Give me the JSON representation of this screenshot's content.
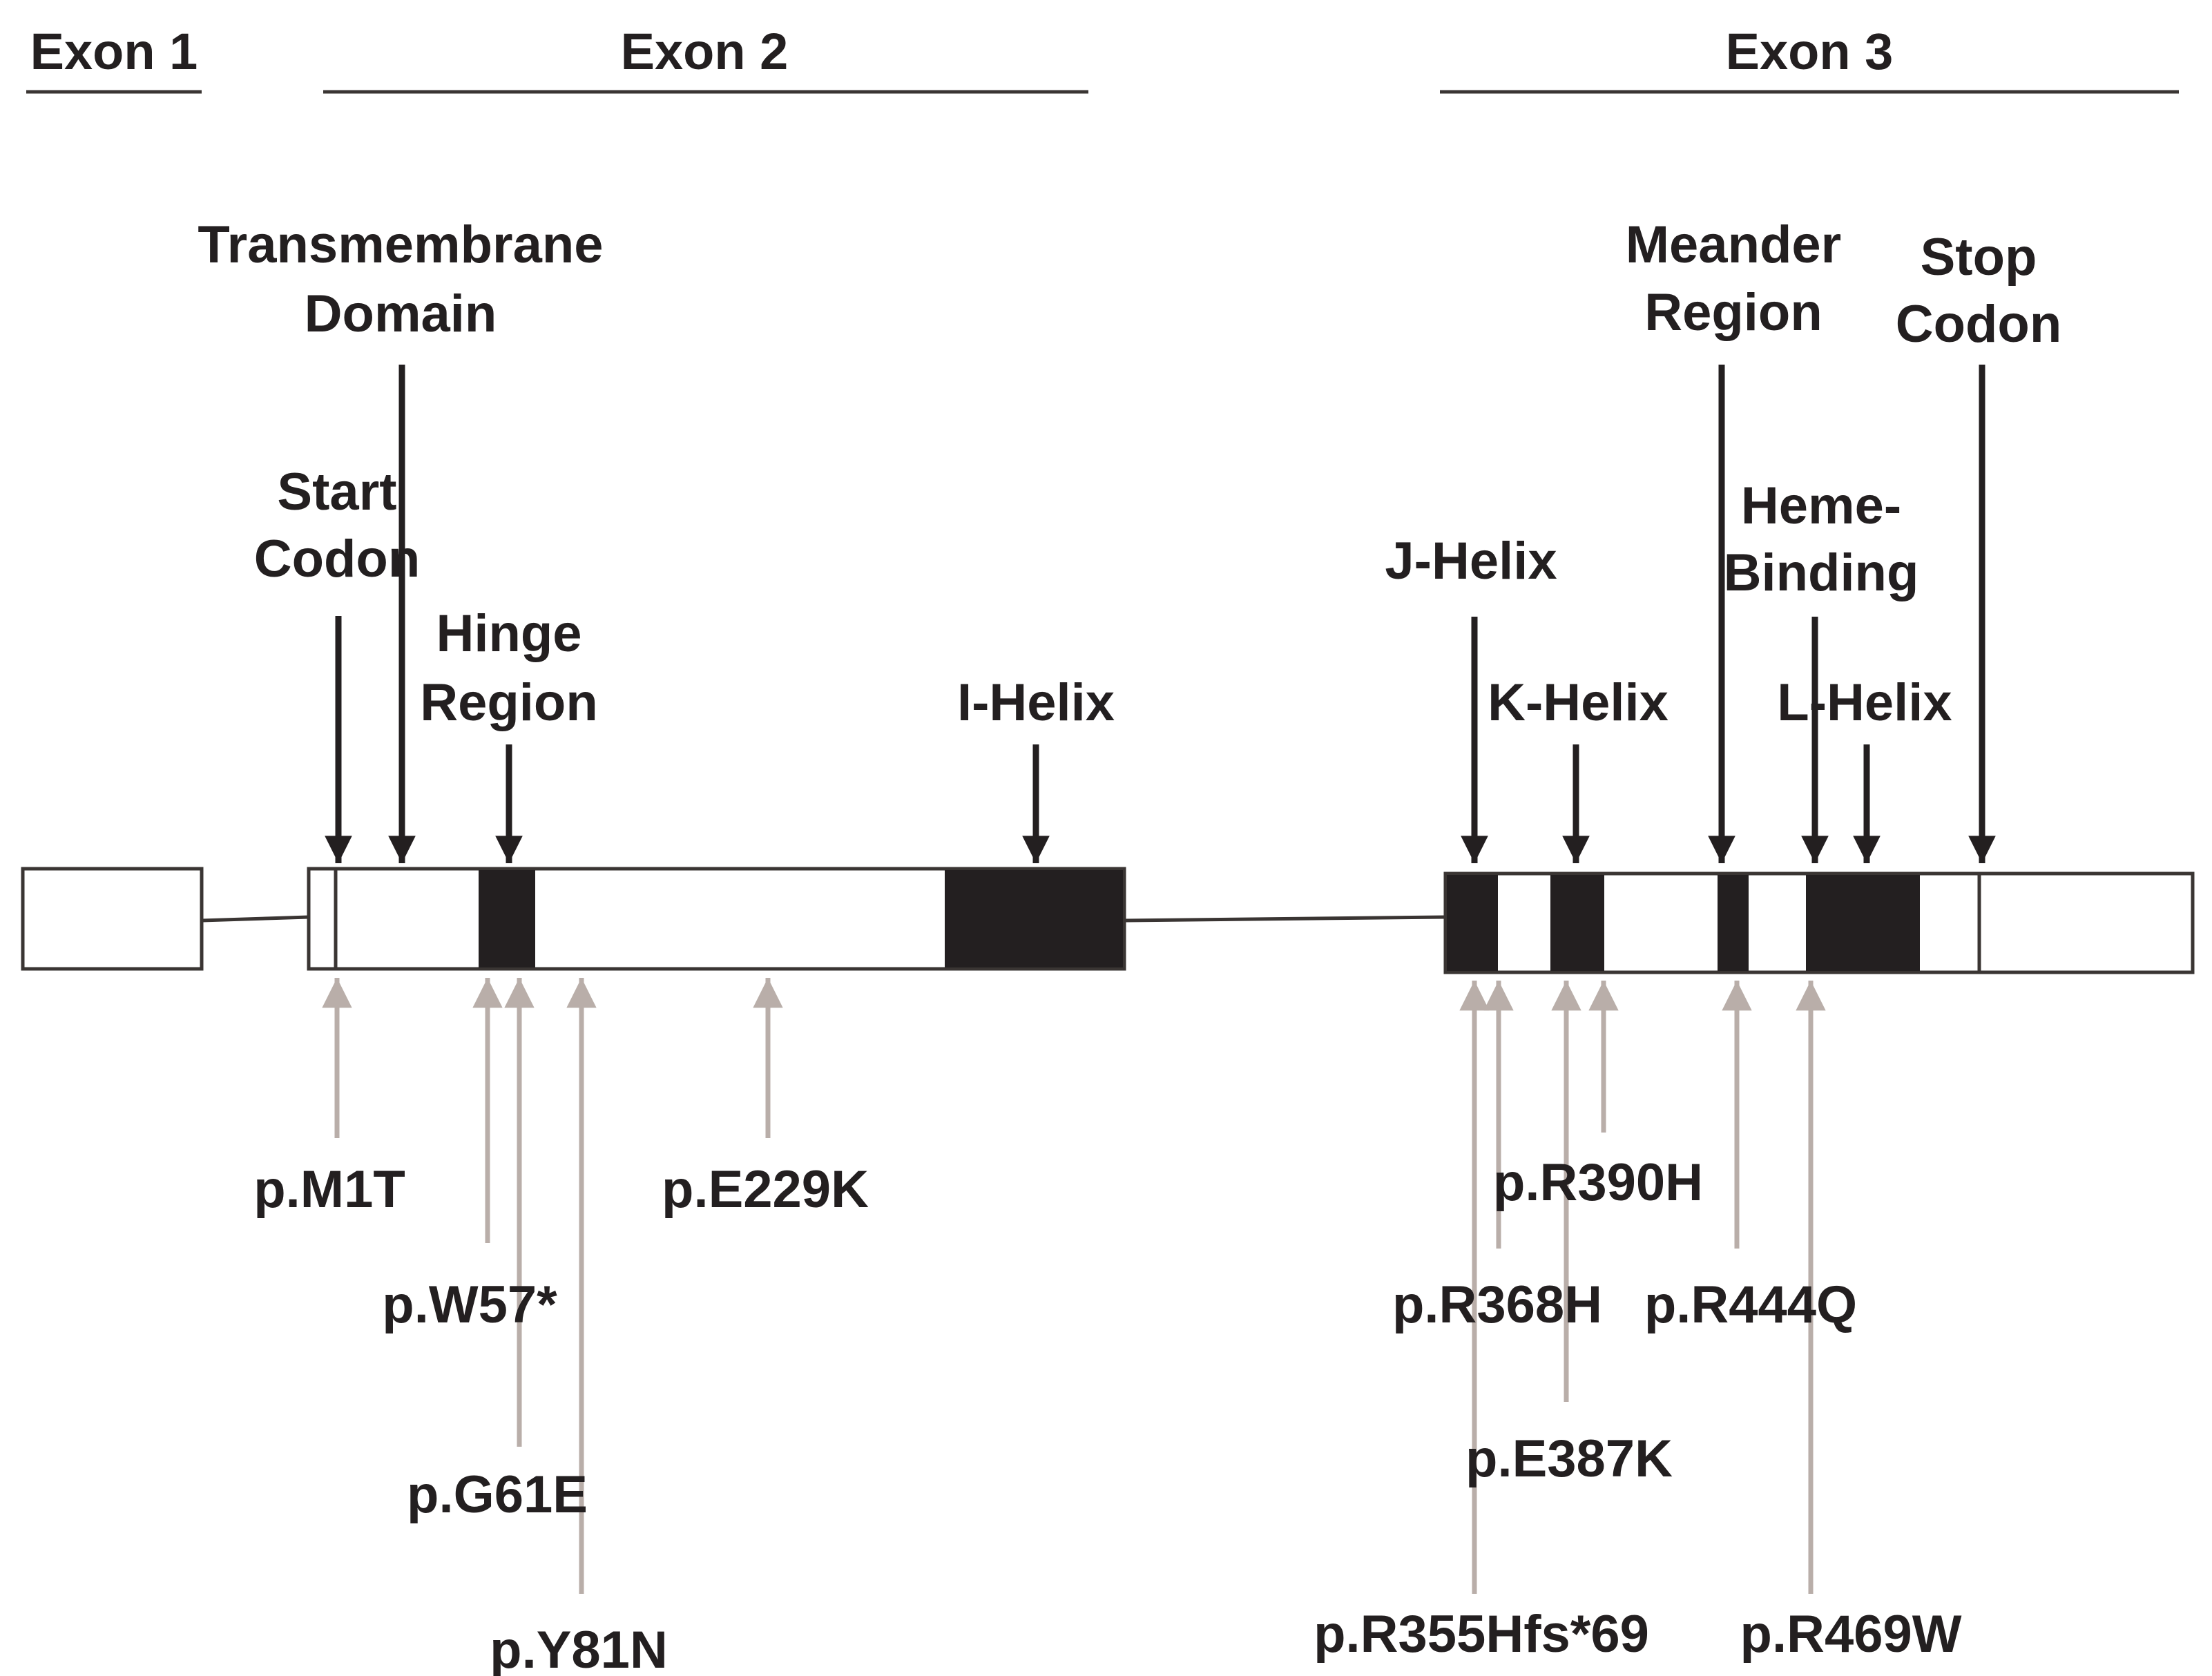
{
  "colors": {
    "ink": "#231f20",
    "outline": "#3a3533",
    "mutation_arrow": "#b9aea9",
    "background": "#ffffff"
  },
  "exons": [
    {
      "id": "exon1",
      "label": "Exon 1"
    },
    {
      "id": "exon2",
      "label": "Exon 2"
    },
    {
      "id": "exon3",
      "label": "Exon 3"
    }
  ],
  "features": [
    {
      "id": "transmembrane",
      "lines": [
        "Transmembrane",
        "Domain"
      ]
    },
    {
      "id": "start",
      "lines": [
        "Start",
        "Codon"
      ]
    },
    {
      "id": "hinge",
      "lines": [
        "Hinge",
        "Region"
      ]
    },
    {
      "id": "ihelix",
      "lines": [
        "I-Helix"
      ]
    },
    {
      "id": "jhelix",
      "lines": [
        "J-Helix"
      ]
    },
    {
      "id": "khelix",
      "lines": [
        "K-Helix"
      ]
    },
    {
      "id": "meander",
      "lines": [
        "Meander",
        "Region"
      ]
    },
    {
      "id": "heme",
      "lines": [
        "Heme-",
        "Binding"
      ]
    },
    {
      "id": "lhelix",
      "lines": [
        "L-Helix"
      ]
    },
    {
      "id": "stop",
      "lines": [
        "Stop",
        "Codon"
      ]
    }
  ],
  "mutations": [
    {
      "id": "m1t",
      "label": "p.M1T"
    },
    {
      "id": "w57",
      "label": "p.W57*"
    },
    {
      "id": "g61e",
      "label": "p.G61E"
    },
    {
      "id": "y81n",
      "label": "p.Y81N"
    },
    {
      "id": "e229k",
      "label": "p.E229K"
    },
    {
      "id": "r355",
      "label": "p.R355Hfs*69"
    },
    {
      "id": "r368h",
      "label": "p.R368H"
    },
    {
      "id": "e387k",
      "label": "p.E387K"
    },
    {
      "id": "r390h",
      "label": "p.R390H"
    },
    {
      "id": "r444q",
      "label": "p.R444Q"
    },
    {
      "id": "r469w",
      "label": "p.R469W"
    }
  ]
}
